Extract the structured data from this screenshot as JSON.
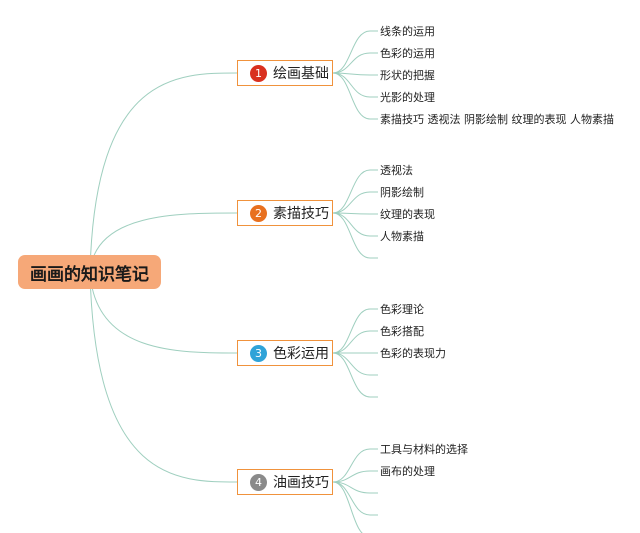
{
  "root": {
    "label": "画画的知识笔记"
  },
  "colors": {
    "line": "#9fcfbf",
    "border": "#f0923c",
    "root_bg": "#f6a878"
  },
  "branches": [
    {
      "label": "绘画基础",
      "number": "1",
      "badge_color": "#d9301f",
      "leaves": [
        "线条的运用",
        "色彩的运用",
        "形状的把握",
        "光影的处理",
        "素描技巧 透视法 阴影绘制 纹理的表现 人物素描"
      ]
    },
    {
      "label": "素描技巧",
      "number": "2",
      "badge_color": "#e8701f",
      "leaves": [
        "透视法",
        "阴影绘制",
        "纹理的表现",
        "人物素描",
        ""
      ]
    },
    {
      "label": "色彩运用",
      "number": "3",
      "badge_color": "#2fa3d8",
      "leaves": [
        "色彩理论",
        "色彩搭配",
        "色彩的表现力",
        "",
        ""
      ]
    },
    {
      "label": "油画技巧",
      "number": "4",
      "badge_color": "#8a8a8a",
      "leaves": [
        "工具与材料的选择",
        "画布的处理",
        "",
        "",
        ""
      ]
    }
  ]
}
